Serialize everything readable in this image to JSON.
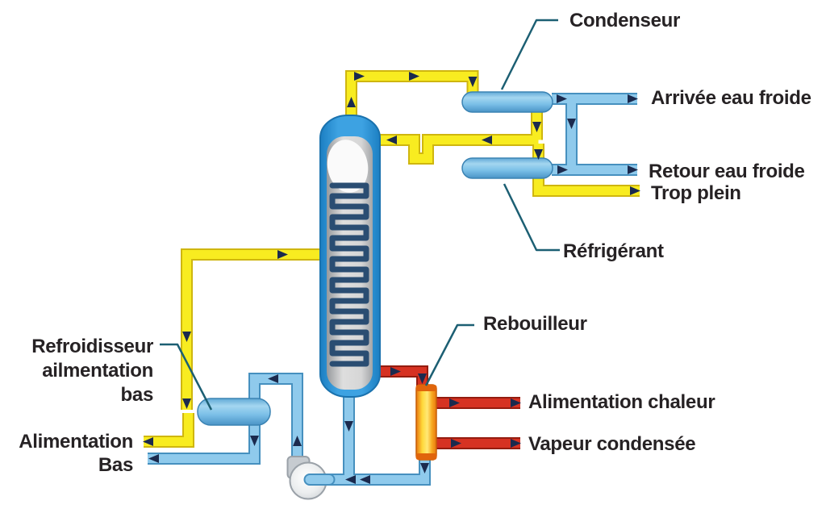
{
  "diagram": {
    "title_hint": "Schéma colonne de distillation",
    "labels": {
      "condenseur": "Condenseur",
      "arrivee_eau_froide": "Arrivée eau froide",
      "retour_eau_froide": "Retour eau froide",
      "trop_plein": "Trop plein",
      "refrigerant": "Réfrigérant",
      "rebouilleur": "Rebouilleur",
      "alimentation_chaleur": "Alimentation chaleur",
      "vapeur_condensee": "Vapeur condensée",
      "refroidisseur_lines": [
        "Refroidisseur",
        "ailmentation",
        "bas"
      ],
      "alimentation_bas_lines": [
        "Alimentation",
        "Bas"
      ]
    },
    "colors": {
      "hot_pipe_yellow": "#f8ec20",
      "hot_pipe_outline": "#cfb60f",
      "cold_pipe_blue": "#8fcaec",
      "cold_pipe_outline": "#4690bf",
      "steam_pipe_red": "#d63222",
      "steam_pipe_outline": "#941c0f",
      "vessel_blue": "#7cc0e8",
      "column_blue": "#2f96d8",
      "coil_navy": "#2a4d72",
      "reboiler_orange": "#f7a81f",
      "flow_arrow": "#1b2a4e",
      "leader_line": "#1c5f73",
      "label_text": "#262224"
    }
  }
}
